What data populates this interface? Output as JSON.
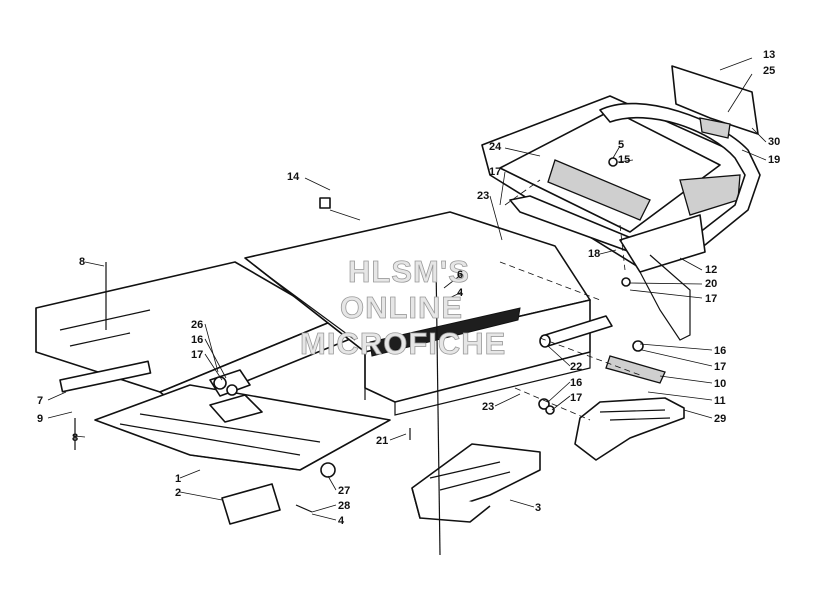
{
  "watermark": {
    "line1": "HLSM'S",
    "line2": "ONLINE",
    "line3": "MICROFICHE"
  },
  "callouts": [
    {
      "id": "13",
      "text": "13"
    },
    {
      "id": "25",
      "text": "25"
    },
    {
      "id": "30",
      "text": "30"
    },
    {
      "id": "19",
      "text": "19"
    },
    {
      "id": "5",
      "text": "5"
    },
    {
      "id": "15",
      "text": "15"
    },
    {
      "id": "24",
      "text": "24"
    },
    {
      "id": "17a",
      "text": "17"
    },
    {
      "id": "23a",
      "text": "23"
    },
    {
      "id": "14",
      "text": "14"
    },
    {
      "id": "8a",
      "text": "8"
    },
    {
      "id": "18",
      "text": "18"
    },
    {
      "id": "12",
      "text": "12"
    },
    {
      "id": "20",
      "text": "20"
    },
    {
      "id": "17b",
      "text": "17"
    },
    {
      "id": "6",
      "text": "6"
    },
    {
      "id": "4a",
      "text": "4"
    },
    {
      "id": "26",
      "text": "26"
    },
    {
      "id": "16a",
      "text": "16"
    },
    {
      "id": "17c",
      "text": "17"
    },
    {
      "id": "16b",
      "text": "16"
    },
    {
      "id": "17d",
      "text": "17"
    },
    {
      "id": "22",
      "text": "22"
    },
    {
      "id": "10",
      "text": "10"
    },
    {
      "id": "7",
      "text": "7"
    },
    {
      "id": "9",
      "text": "9"
    },
    {
      "id": "16c",
      "text": "16"
    },
    {
      "id": "17e",
      "text": "17"
    },
    {
      "id": "11",
      "text": "11"
    },
    {
      "id": "23b",
      "text": "23"
    },
    {
      "id": "29",
      "text": "29"
    },
    {
      "id": "8b",
      "text": "8"
    },
    {
      "id": "21",
      "text": "21"
    },
    {
      "id": "1",
      "text": "1"
    },
    {
      "id": "2",
      "text": "2"
    },
    {
      "id": "27",
      "text": "27"
    },
    {
      "id": "28",
      "text": "28"
    },
    {
      "id": "4b",
      "text": "4"
    },
    {
      "id": "3",
      "text": "3"
    }
  ]
}
